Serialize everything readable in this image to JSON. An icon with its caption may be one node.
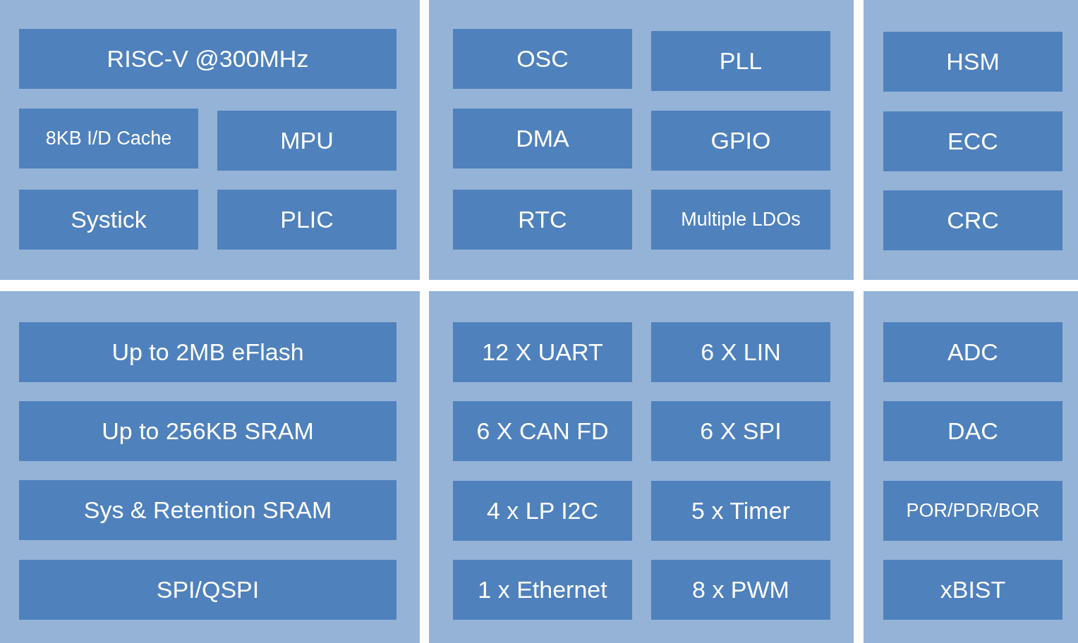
{
  "diagram": {
    "nodes": [
      {
        "text": [],
        "shape": "box"
      },
      {
        "text": [
          "RISC-V @300MHz"
        ],
        "in": 0
      },
      {
        "text": [
          "8KB I/D Cache"
        ],
        "in": 0
      },
      {
        "text": [
          "MPU"
        ],
        "in": 0
      },
      {
        "text": [
          "Systick"
        ],
        "in": 0
      },
      {
        "text": [
          "PLIC"
        ],
        "in": 0
      },
      {
        "text": [],
        "shape": "box"
      },
      {
        "text": [
          "OSC"
        ],
        "in": 6
      },
      {
        "text": [
          "PLL"
        ],
        "in": 6
      },
      {
        "text": [
          "DMA"
        ],
        "in": 6
      },
      {
        "text": [
          "GPIO"
        ],
        "in": 6
      },
      {
        "text": [
          "RTC"
        ],
        "in": 6
      },
      {
        "text": [
          "Multiple LDOs"
        ],
        "in": 6
      },
      {
        "text": [],
        "shape": "box"
      },
      {
        "text": [
          "HSM"
        ],
        "in": 13
      },
      {
        "text": [
          "ECC"
        ],
        "in": 13
      },
      {
        "text": [
          "CRC"
        ],
        "in": 13
      },
      {
        "text": [],
        "shape": "box"
      },
      {
        "text": [
          "Up to 2MB eFlash"
        ],
        "in": 17
      },
      {
        "text": [
          "Up to 256KB SRAM"
        ],
        "in": 17
      },
      {
        "text": [
          "Sys & Retention SRAM"
        ],
        "in": 17
      },
      {
        "text": [
          "SPI/QSPI"
        ],
        "in": 17
      },
      {
        "text": [],
        "shape": "box"
      },
      {
        "text": [
          "12 X UART"
        ],
        "in": 22
      },
      {
        "text": [
          "6 X LIN"
        ],
        "in": 22
      },
      {
        "text": [
          "6 X CAN FD"
        ],
        "in": 22
      },
      {
        "text": [
          "6 X SPI"
        ],
        "in": 22
      },
      {
        "text": [
          "4 x LP I2C"
        ],
        "in": 22
      },
      {
        "text": [
          "5 x Timer"
        ],
        "in": 22
      },
      {
        "text": [
          "1 x Ethernet"
        ],
        "in": 22
      },
      {
        "text": [
          "8 x PWM"
        ],
        "in": 22
      },
      {
        "text": [],
        "shape": "box"
      },
      {
        "text": [
          "ADC"
        ],
        "in": 31
      },
      {
        "text": [
          "DAC"
        ],
        "in": 31
      },
      {
        "text": [
          "POR/PDR/BOR"
        ],
        "in": 31
      },
      {
        "text": [
          "xBIST"
        ],
        "in": 31
      }
    ]
  }
}
